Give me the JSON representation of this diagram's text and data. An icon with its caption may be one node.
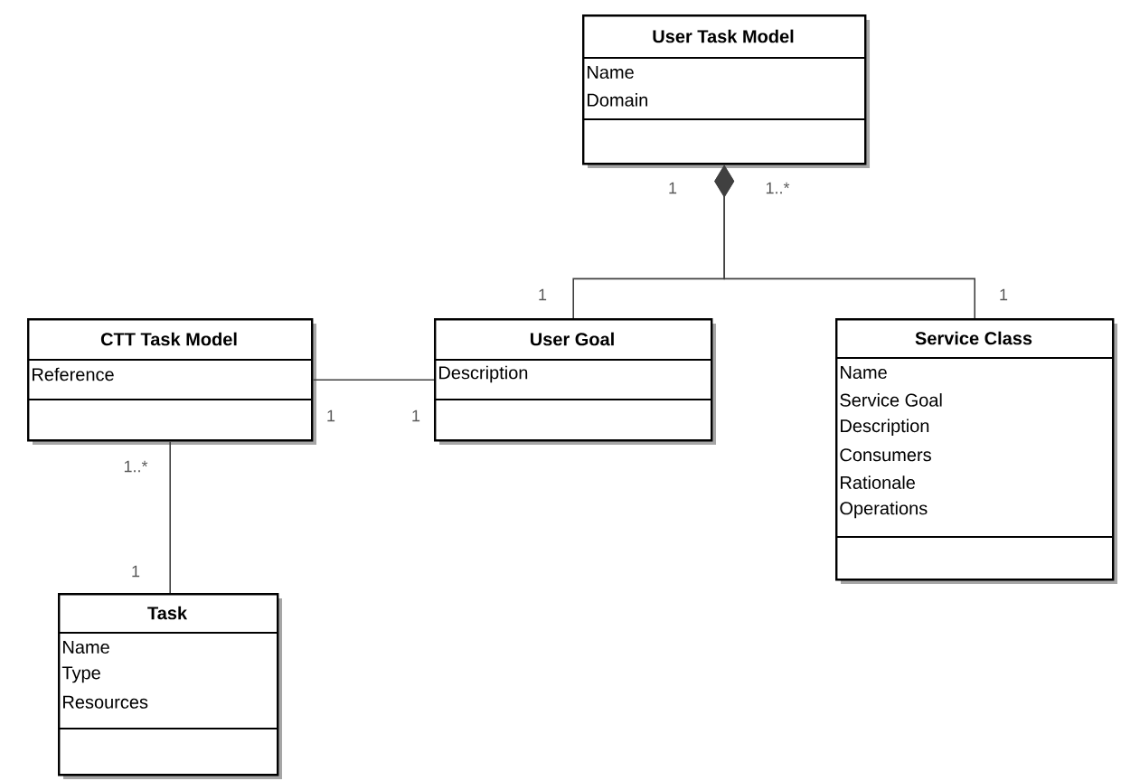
{
  "diagram": {
    "nodes": [
      {
        "text": [
          "User Task Model",
          "Name",
          "Domain"
        ]
      },
      {
        "text": [
          "CTT Task Model",
          "Reference"
        ]
      },
      {
        "text": [
          "User Goal",
          "Description"
        ]
      },
      {
        "text": [
          "Service Class",
          "Name",
          "Service Goal",
          "Description",
          "Consumers",
          "Rationale",
          "Operations"
        ]
      },
      {
        "text": [
          "Task",
          "Name",
          "Type",
          "Resources"
        ]
      }
    ],
    "edges": [
      {
        "from": 0,
        "to": 2,
        "arrow": "other"
      },
      {
        "from": 0,
        "to": 3,
        "arrow": "other"
      },
      {
        "from": 1,
        "to": 2,
        "arrow": "none"
      },
      {
        "from": 1,
        "to": 4,
        "arrow": "none"
      }
    ],
    "labels": [
      "1",
      "1..*",
      "1",
      "1",
      "1",
      "1",
      "1..*",
      "1"
    ]
  }
}
